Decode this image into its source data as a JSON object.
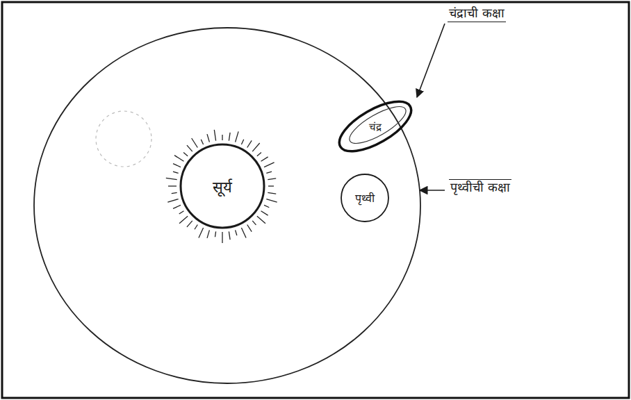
{
  "diagram": {
    "nodes": [
      {
        "text": [
          "सूर्य"
        ]
      },
      {
        "text": [
          "चंद्र"
        ]
      },
      {
        "text": [
          "पृथ्वी"
        ]
      }
    ],
    "labels": [
      "चंद्राची कक्षा",
      "पृथ्वीची कक्षा"
    ]
  }
}
